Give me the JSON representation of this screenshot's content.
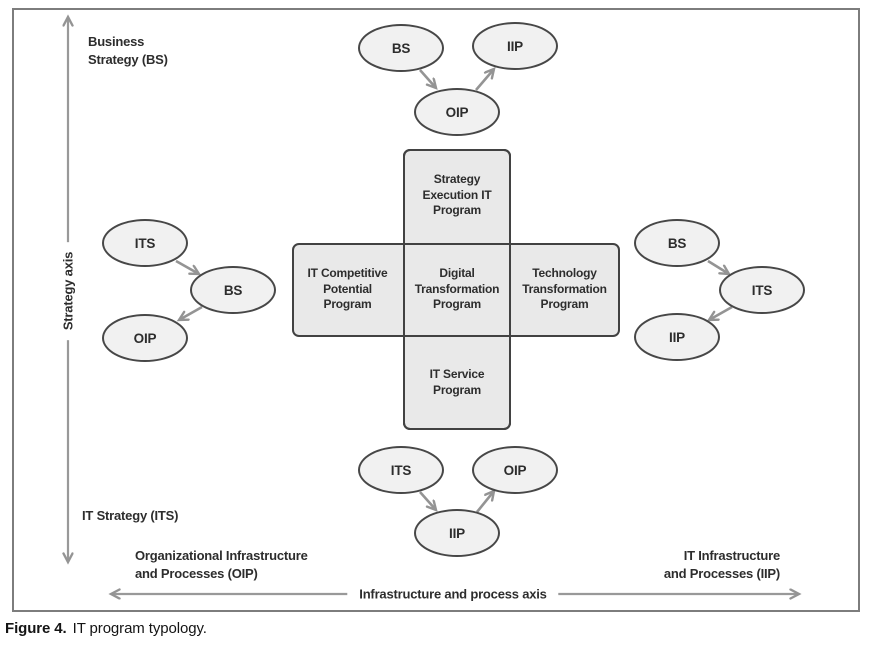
{
  "colors": {
    "frame_border": "#7d7d7d",
    "program_box_fill": "#e9e9e9",
    "program_box_stroke": "#424242",
    "node_fill": "#f1f1f1",
    "node_stroke": "#474747",
    "arrow_gray": "#949494",
    "axis_gray": "#999999",
    "text": "#2d2d2d"
  },
  "axes": {
    "vertical_label": "Strategy axis",
    "horizontal_label": "Infrastructure and process axis",
    "top_end_label": "Business\nStrategy (BS)",
    "bottom_end_label": "IT Strategy (ITS)",
    "left_end_label": "Organizational Infrastructure\nand Processes (OIP)",
    "right_end_label": "IT Infrastructure\nand Processes (IIP)"
  },
  "programs": {
    "top": "Strategy\nExecution IT\nProgram",
    "left": "IT Competitive\nPotential\nProgram",
    "center": "Digital\nTransformation\nProgram",
    "right": "Technology\nTransformation\nProgram",
    "bottom": "IT Service\nProgram"
  },
  "node_groups": {
    "top": {
      "a": "BS",
      "b": "IIP",
      "c": "OIP"
    },
    "left": {
      "a": "ITS",
      "b": "BS",
      "c": "OIP"
    },
    "right": {
      "a": "BS",
      "b": "ITS",
      "c": "IIP"
    },
    "bottom": {
      "a": "ITS",
      "b": "OIP",
      "c": "IIP"
    }
  },
  "caption": {
    "label": "Figure 4.",
    "text": "IT program typology."
  }
}
